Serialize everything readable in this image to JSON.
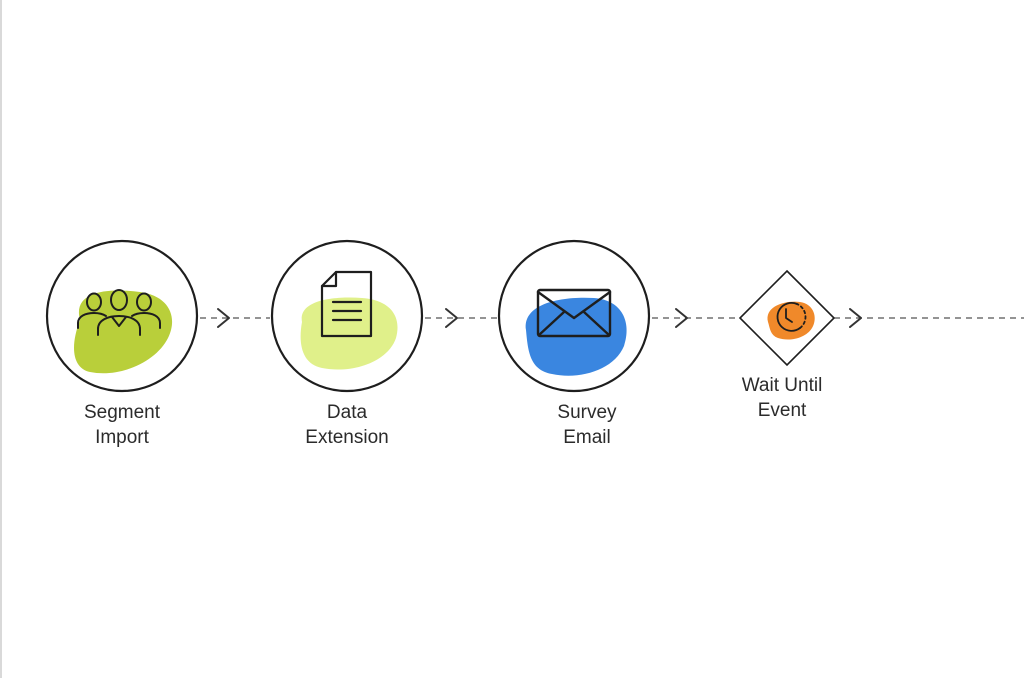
{
  "diagram": {
    "nodes": [
      {
        "id": "segment-import",
        "lines": [
          "Segment",
          "Import"
        ],
        "blob_color": "#b9cf3a",
        "icon": "people-icon"
      },
      {
        "id": "data-extension",
        "lines": [
          "Data",
          "Extension"
        ],
        "blob_color": "#e0f08a",
        "icon": "document-icon"
      },
      {
        "id": "survey-email",
        "lines": [
          "Survey",
          "Email"
        ],
        "blob_color": "#3a86e0",
        "icon": "envelope-icon"
      },
      {
        "id": "wait-until-event",
        "lines": [
          "Wait Until",
          "Event"
        ],
        "blob_color": "#f0892a",
        "icon": "clock-icon"
      }
    ],
    "connector_color": "#555555"
  }
}
